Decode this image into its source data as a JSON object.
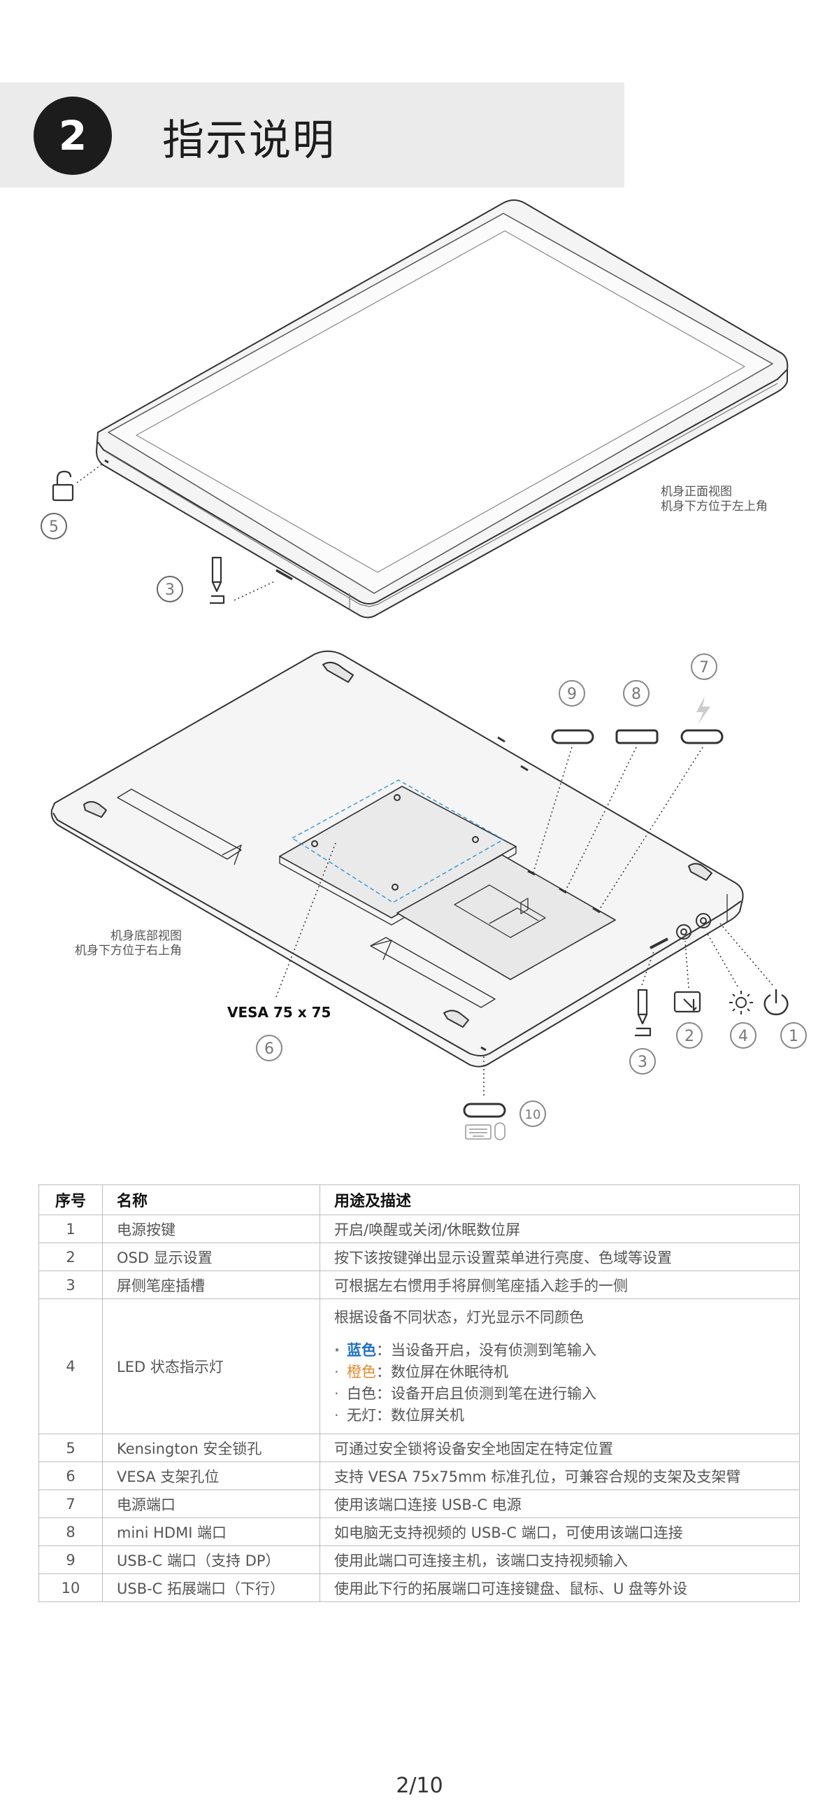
{
  "header": {
    "step": "2",
    "title": "指示说明"
  },
  "front_view": {
    "note_line1": "机身正面视图",
    "note_line2": "机身下方位于左上角",
    "callout_5": "5",
    "callout_3": "3"
  },
  "bottom_view": {
    "note_line1": "机身底部视图",
    "note_line2": "机身下方位于右上角",
    "vesa_label": "VESA 75 x 75",
    "callouts": {
      "c1": "1",
      "c2": "2",
      "c3": "3",
      "c4": "4",
      "c6": "6",
      "c7": "7",
      "c8": "8",
      "c9": "9",
      "c10": "10"
    }
  },
  "table": {
    "headers": {
      "no": "序号",
      "name": "名称",
      "desc": "用途及描述"
    },
    "rows": [
      {
        "no": "1",
        "name": "电源按键",
        "desc": "开启/唤醒或关闭/休眠数位屏"
      },
      {
        "no": "2",
        "name": "OSD 显示设置",
        "desc": "按下该按键弹出显示设置菜单进行亮度、色域等设置"
      },
      {
        "no": "3",
        "name": "屏侧笔座插槽",
        "desc": "可根据左右惯用手将屏侧笔座插入趁手的一侧"
      },
      {
        "no": "4",
        "name": "LED 状态指示灯",
        "desc_intro": "根据设备不同状态，灯光显示不同颜色",
        "states": [
          {
            "color_name": "蓝色",
            "text": "：当设备开启，没有侦测到笔输入"
          },
          {
            "color_name": "橙色",
            "text": "：数位屏在休眠待机"
          },
          {
            "color_name": "白色",
            "text": "：设备开启且侦测到笔在进行输入"
          },
          {
            "color_name": "无灯",
            "text": "：数位屏关机"
          }
        ]
      },
      {
        "no": "5",
        "name": "Kensington 安全锁孔",
        "desc": "可通过安全锁将设备安全地固定在特定位置"
      },
      {
        "no": "6",
        "name": "VESA 支架孔位",
        "desc": "支持 VESA 75x75mm 标准孔位，可兼容合规的支架及支架臂"
      },
      {
        "no": "7",
        "name": "电源端口",
        "desc": "使用该端口连接 USB-C 电源"
      },
      {
        "no": "8",
        "name": "mini HDMI 端口",
        "desc": "如电脑无支持视频的 USB-C 端口，可使用该端口连接"
      },
      {
        "no": "9",
        "name": "USB-C 端口（支持 DP）",
        "desc": "使用此端口可连接主机，该端口支持视频输入"
      },
      {
        "no": "10",
        "name": "USB-C 拓展端口（下行）",
        "desc": "使用此下行的拓展端口可连接键盘、鼠标、U 盘等外设"
      }
    ]
  },
  "footer": {
    "page": "2/10"
  },
  "colors": {
    "accent_blue": "#1f6fc8",
    "accent_orange": "#e08a2c",
    "dark": "#1c1c1c"
  }
}
